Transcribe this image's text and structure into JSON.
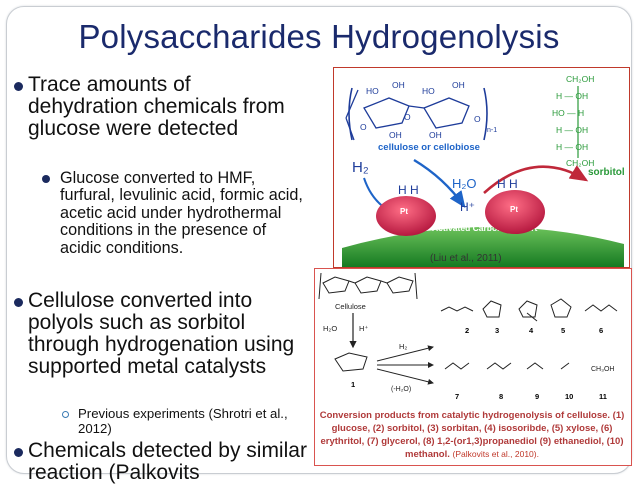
{
  "slide": {
    "title": "Polysaccharides Hydrogenolysis",
    "bullets": [
      {
        "text": "Trace amounts of dehydration chemicals from glucose were detected"
      },
      {
        "text": "Glucose converted to HMF, furfural, levulinic acid, formic acid, acetic acid under hydrothermal conditions in the presence of acidic conditions."
      },
      {
        "text": "Cellulose converted into polyols such as sorbitol through hydrogenation using supported metal catalysts"
      },
      {
        "text": "Previous experiments (Shrotri et al., 2012)"
      },
      {
        "text": "Chemicals detected by similar reaction (Palkovits"
      }
    ]
  },
  "figure1": {
    "cellulose_label": "cellulose or cellobiose",
    "n_label": "n-1",
    "h2_label": "H₂",
    "h2o_label": "H₂O",
    "h_plus": "H⁺",
    "hh_left": "H H",
    "hh_right": "H H",
    "pt_label": "Pt",
    "support_label": "Activated Carbon Support",
    "sorbitol_label": "sorbitol",
    "sorbitol_structure": [
      "CH₂OH",
      "H — OH",
      "HO — H",
      "H — OH",
      "H — OH",
      "CH₂OH"
    ],
    "reference": "(Liu et al., 2011)"
  },
  "figure2": {
    "cellulose_label": "Cellulose",
    "h2o_label": "H₂O",
    "hplus_label": "H⁺",
    "h2_label": "H₂",
    "minus_h2o": "(-H₂O)",
    "compound_numbers": [
      "1",
      "2",
      "3",
      "4",
      "5",
      "6",
      "7",
      "8",
      "9",
      "10",
      "11"
    ],
    "caption": "Conversion products from catalytic hydrogenolysis of cellulose. (1) glucose, (2) sorbitol, (3) sorbitan, (4) isosoribde, (5) xylose, (6) erythritol, (7) glycerol, (8) 1,2-(or1,3)propanediol (9) ethanediol, (10) methanol.",
    "caption_ref": "(Palkovits et al., 2010).",
    "methanol_label": "CH₃OH"
  },
  "colors": {
    "title": "#1a2a6c",
    "bullet": "#1b2a5e",
    "sub_bullet": "#3a7ab3",
    "figure_border": "#c0392b",
    "support_green": "#1f8a2a",
    "pt_red": "#d0284a",
    "arrow_blue": "#1e64c8",
    "sorbitol_green": "#2a9a3a"
  }
}
